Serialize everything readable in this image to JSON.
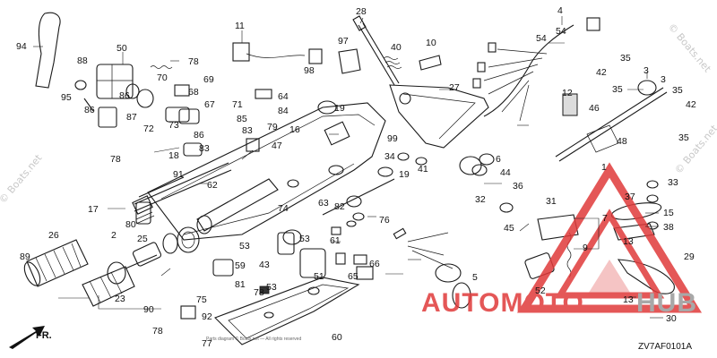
{
  "diagram_code": "ZV7AF0101A",
  "direction_label": "FR.",
  "footer_note": "Parts diagram © Boats.net — All rights reserved",
  "watermarks": {
    "corner_left": "© Boats.net",
    "corner_right": "© Boats.net",
    "center": "© Boats.net"
  },
  "brand_overlay": {
    "text_a": "AUTOMOTO",
    "text_b": "HUB",
    "color_red": "#e03a3a",
    "color_grey": "#9a9a9a"
  },
  "callouts": {
    "c1": "1",
    "c2": "2",
    "c3": "3",
    "c3b": "3",
    "c4": "4",
    "c5": "5",
    "c6": "6",
    "c7": "7",
    "c9": "9",
    "c10": "10",
    "c11": "11",
    "c12": "12",
    "c13": "13",
    "c13b": "13",
    "c15": "15",
    "c16": "16",
    "c17": "17",
    "c18": "18",
    "c19": "19",
    "c19b": "19",
    "c25": "25",
    "c26": "26",
    "c27": "27",
    "c28": "28",
    "c29": "29",
    "c30": "30",
    "c31": "31",
    "c32": "32",
    "c33": "33",
    "c34": "34",
    "c35": "35",
    "c35b": "35",
    "c35c": "35",
    "c35d": "35",
    "c36": "36",
    "c37": "37",
    "c38": "38",
    "c40": "40",
    "c41": "41",
    "c42": "42",
    "c42b": "42",
    "c43": "43",
    "c44": "44",
    "c45": "45",
    "c46": "46",
    "c47": "47",
    "c48": "48",
    "c50": "50",
    "c51": "51",
    "c52": "52",
    "c53": "53",
    "c53b": "53",
    "c53c": "53",
    "c54": "54",
    "c54b": "54",
    "c59": "59",
    "c60": "60",
    "c61": "61",
    "c62": "62",
    "c63": "63",
    "c64": "64",
    "c65": "65",
    "c66": "66",
    "c67": "67",
    "c68": "68",
    "c69": "69",
    "c70": "70",
    "c71": "71",
    "c72": "72",
    "c73": "73",
    "c74": "74",
    "c75": "75",
    "c76": "76",
    "c77": "77",
    "c78": "78",
    "c78b": "78",
    "c78c": "78",
    "c78d": "78",
    "c79": "79",
    "c80": "80",
    "c81": "81",
    "c82": "82",
    "c83": "83",
    "c83b": "83",
    "c84": "84",
    "c85": "85",
    "c86": "86",
    "c86b": "86",
    "c87": "87",
    "c88": "88",
    "c89": "89",
    "c90": "90",
    "c91": "91",
    "c92": "92",
    "c94": "94",
    "c95": "95",
    "c97": "97",
    "c98": "98",
    "c99": "99",
    "c23": "23"
  }
}
